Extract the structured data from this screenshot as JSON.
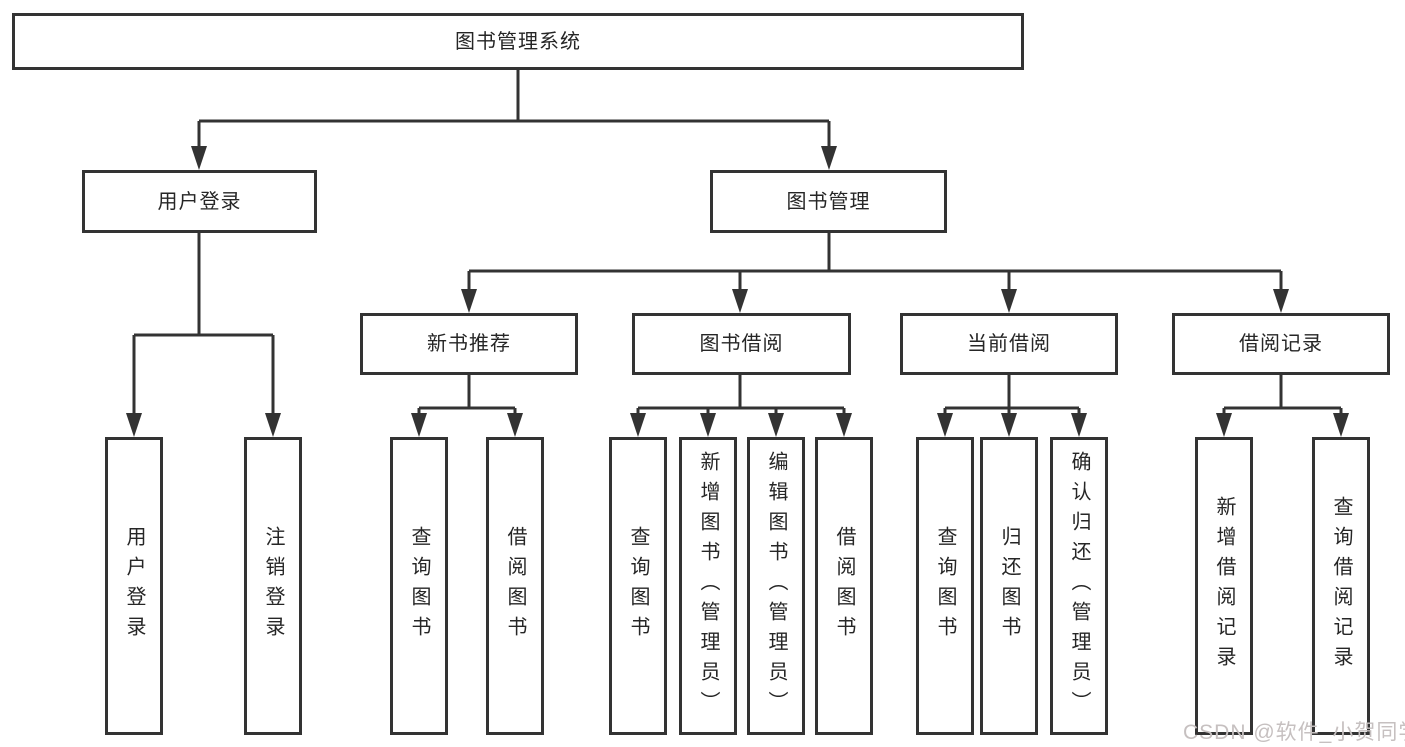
{
  "diagram": {
    "root": {
      "label": "图书管理系统"
    },
    "level2": [
      {
        "label": "用户登录"
      },
      {
        "label": "图书管理"
      }
    ],
    "level3": [
      {
        "label": "新书推荐"
      },
      {
        "label": "图书借阅"
      },
      {
        "label": "当前借阅"
      },
      {
        "label": "借阅记录"
      }
    ],
    "leaves": {
      "user_login": [
        {
          "label": "用户登录"
        },
        {
          "label": "注销登录"
        }
      ],
      "new_book": [
        {
          "label": "查询图书"
        },
        {
          "label": "借阅图书"
        }
      ],
      "book_borrow": [
        {
          "label": "查询图书"
        },
        {
          "label": "新增图书（管理员）"
        },
        {
          "label": "编辑图书（管理员）"
        },
        {
          "label": "借阅图书"
        }
      ],
      "current_borrow": [
        {
          "label": "查询图书"
        },
        {
          "label": "归还图书"
        },
        {
          "label": "确认归还（管理员）"
        }
      ],
      "borrow_record": [
        {
          "label": "新增借阅记录"
        },
        {
          "label": "查询借阅记录"
        }
      ]
    }
  },
  "watermark": {
    "text": "CSDN @软件_小贺同学"
  },
  "colors": {
    "line": "#333333",
    "text": "#262626",
    "background": "#ffffff",
    "watermark": "#c6c0c0"
  }
}
